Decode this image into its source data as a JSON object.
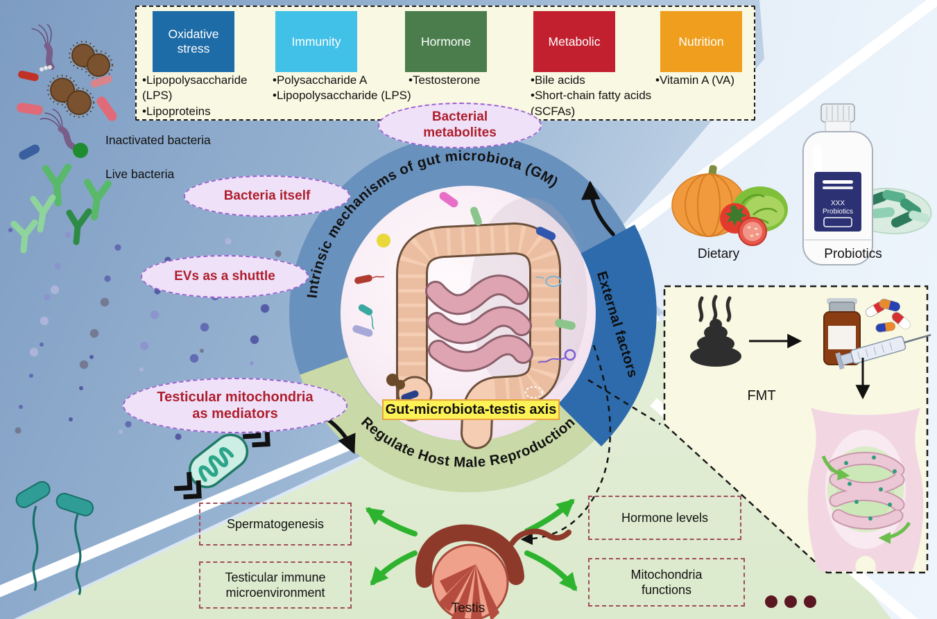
{
  "mechanisms_panel": {
    "categories": [
      {
        "label": "Oxidative stress",
        "color": "#1d6ba7",
        "items": [
          "•Lipopolysaccharide (LPS)",
          "•Lipoproteins"
        ]
      },
      {
        "label": "Immunity",
        "color": "#41c0e8",
        "items": [
          "•Polysaccharide A",
          "•Lipopolysaccharide (LPS)"
        ]
      },
      {
        "label": "Hormone",
        "color": "#4a7d4b",
        "items": [
          "•Testosterone"
        ]
      },
      {
        "label": "Metabolic",
        "color": "#c2202f",
        "items": [
          "•Bile acids",
          "•Short-chain fatty acids (SCFAs)"
        ]
      },
      {
        "label": "Nutrition",
        "color": "#ef9e1d",
        "items": [
          "•Vitamin A (VA)"
        ]
      }
    ]
  },
  "left_side": {
    "inactivated_label": "Inactivated bacteria",
    "live_label": "Live bacteria"
  },
  "intrinsic_bubbles": {
    "bacterial_metabolites": "Bacterial\nmetabolites",
    "bacteria_itself": "Bacteria itself",
    "evs_shuttle": "EVs as a shuttle",
    "testicular_mitochondria": "Testicular mitochondria\nas mediators"
  },
  "hub": {
    "top_arc": "Intrinsic mechanisms of gut microbiota (GM)",
    "bottom_arc": "Regulate Host Male Reproduction",
    "wedge": "External factors",
    "center_label": "Gut-microbiota-testis axis"
  },
  "external_side": {
    "dietary_label": "Dietary",
    "probiotics_label": "Probiotics",
    "bottle_line1": "XXX",
    "bottle_line2": "Probiotics",
    "fmt_label": "FMT"
  },
  "outcomes": {
    "spermatogenesis": "Spermatogenesis",
    "testicular_immune": "Testicular immune\nmicroenvironment",
    "hormone_levels": "Hormone levels",
    "mitochondria_functions": "Mitochondria\nfunctions"
  },
  "testis_label": "Testis",
  "icons": {
    "poop-icon": "feces sample",
    "vial-icon": "medicine vial",
    "pills-icon": "capsules",
    "syringe-icon": "syringe",
    "mitochondria-icon": "mitochondrion",
    "sperm-icon": "sperm cell",
    "intestine-icon": "gut / intestines",
    "testis-icon": "testis",
    "abdomen-icon": "abdomen with gut",
    "pumpkin-icon": "pumpkin",
    "tomato-icon": "tomato",
    "lettuce-icon": "lettuce",
    "bottle-icon": "probiotics bottle",
    "capsule-pile-icon": "probiotic capsules"
  },
  "colors": {
    "steel_blue": "#7d9cc2",
    "light_blue": "#dfeaf6",
    "cream": "#f9f8e2",
    "ring_blue": "#6991bd",
    "wedge_blue": "#2d6bac",
    "ring_green": "#c9d9a7",
    "area_green": "#dfecd3",
    "bubble_fill": "#efe2f8",
    "bubble_border": "#9a5fd0",
    "bubble_text": "#ae1e2d",
    "highlight_yellow": "#fdf255",
    "arrow_green": "#2db32d",
    "outcome_border": "#a04b58",
    "dot_maroon": "#5a1722"
  }
}
